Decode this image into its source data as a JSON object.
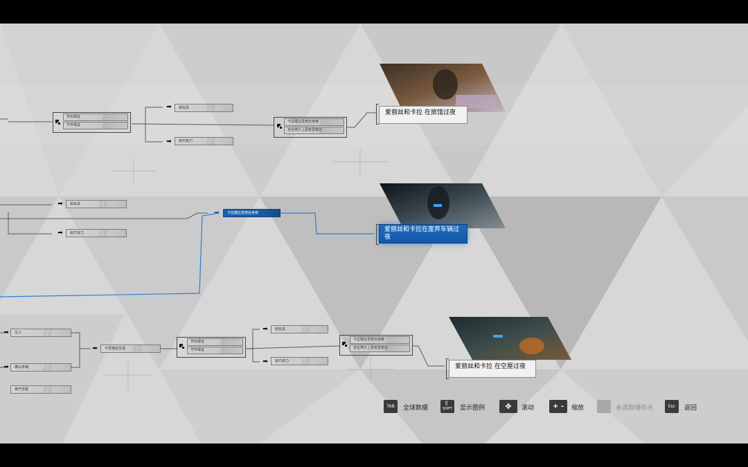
{
  "top_section": {
    "group_a": [
      "作出保证",
      "不作保证"
    ],
    "choice_top": "给玩具",
    "choice_bottom": "给巧克力",
    "group_b": [
      "卡拉睡在爱丽丝身旁",
      "坐在椅子上看管爱丽丝"
    ],
    "ending": "爱丽丝和卡拉 在旅馆过夜"
  },
  "middle_section": {
    "choice_top": "给玩具",
    "choice_bottom": "给巧克力",
    "active_node": "卡拉睡在爱丽丝身旁",
    "ending": "爱丽丝和卡拉在废弃车辆过夜"
  },
  "bottom_section": {
    "left_nodes": [
      "生火",
      "确认床铺",
      "离开空屋"
    ],
    "mid_node": "与爱丽丝交谈",
    "group_a": [
      "作出保证",
      "不作保证"
    ],
    "choice_top": "给玩具",
    "choice_bottom": "给巧克力",
    "group_b": [
      "卡拉睡在爱丽丝身旁",
      "坐在椅子上看管爱丽丝"
    ],
    "ending": "爱丽丝和卡拉 在空屋过夜"
  },
  "controls": [
    {
      "key": "TAB",
      "label": "全球数据",
      "icon": "tab-key-icon",
      "enabled": true
    },
    {
      "key": "SHIFT",
      "label": "显示图例",
      "icon": "shift-key-icon",
      "enabled": true
    },
    {
      "key": "✥",
      "label": "滚动",
      "icon": "dpad-icon",
      "enabled": true
    },
    {
      "key": "+ -",
      "label": "缩放",
      "icon": "plus-minus-icon",
      "enabled": true
    },
    {
      "key": "",
      "label": "未选取储存点",
      "icon": "checkpoint-icon",
      "enabled": false
    },
    {
      "key": "Esc",
      "label": "返回",
      "icon": "esc-key-icon",
      "enabled": true
    }
  ],
  "colors": {
    "background": "#d7d7d7",
    "accent_blue": "#1a63b0",
    "letterbox": "#000000"
  }
}
